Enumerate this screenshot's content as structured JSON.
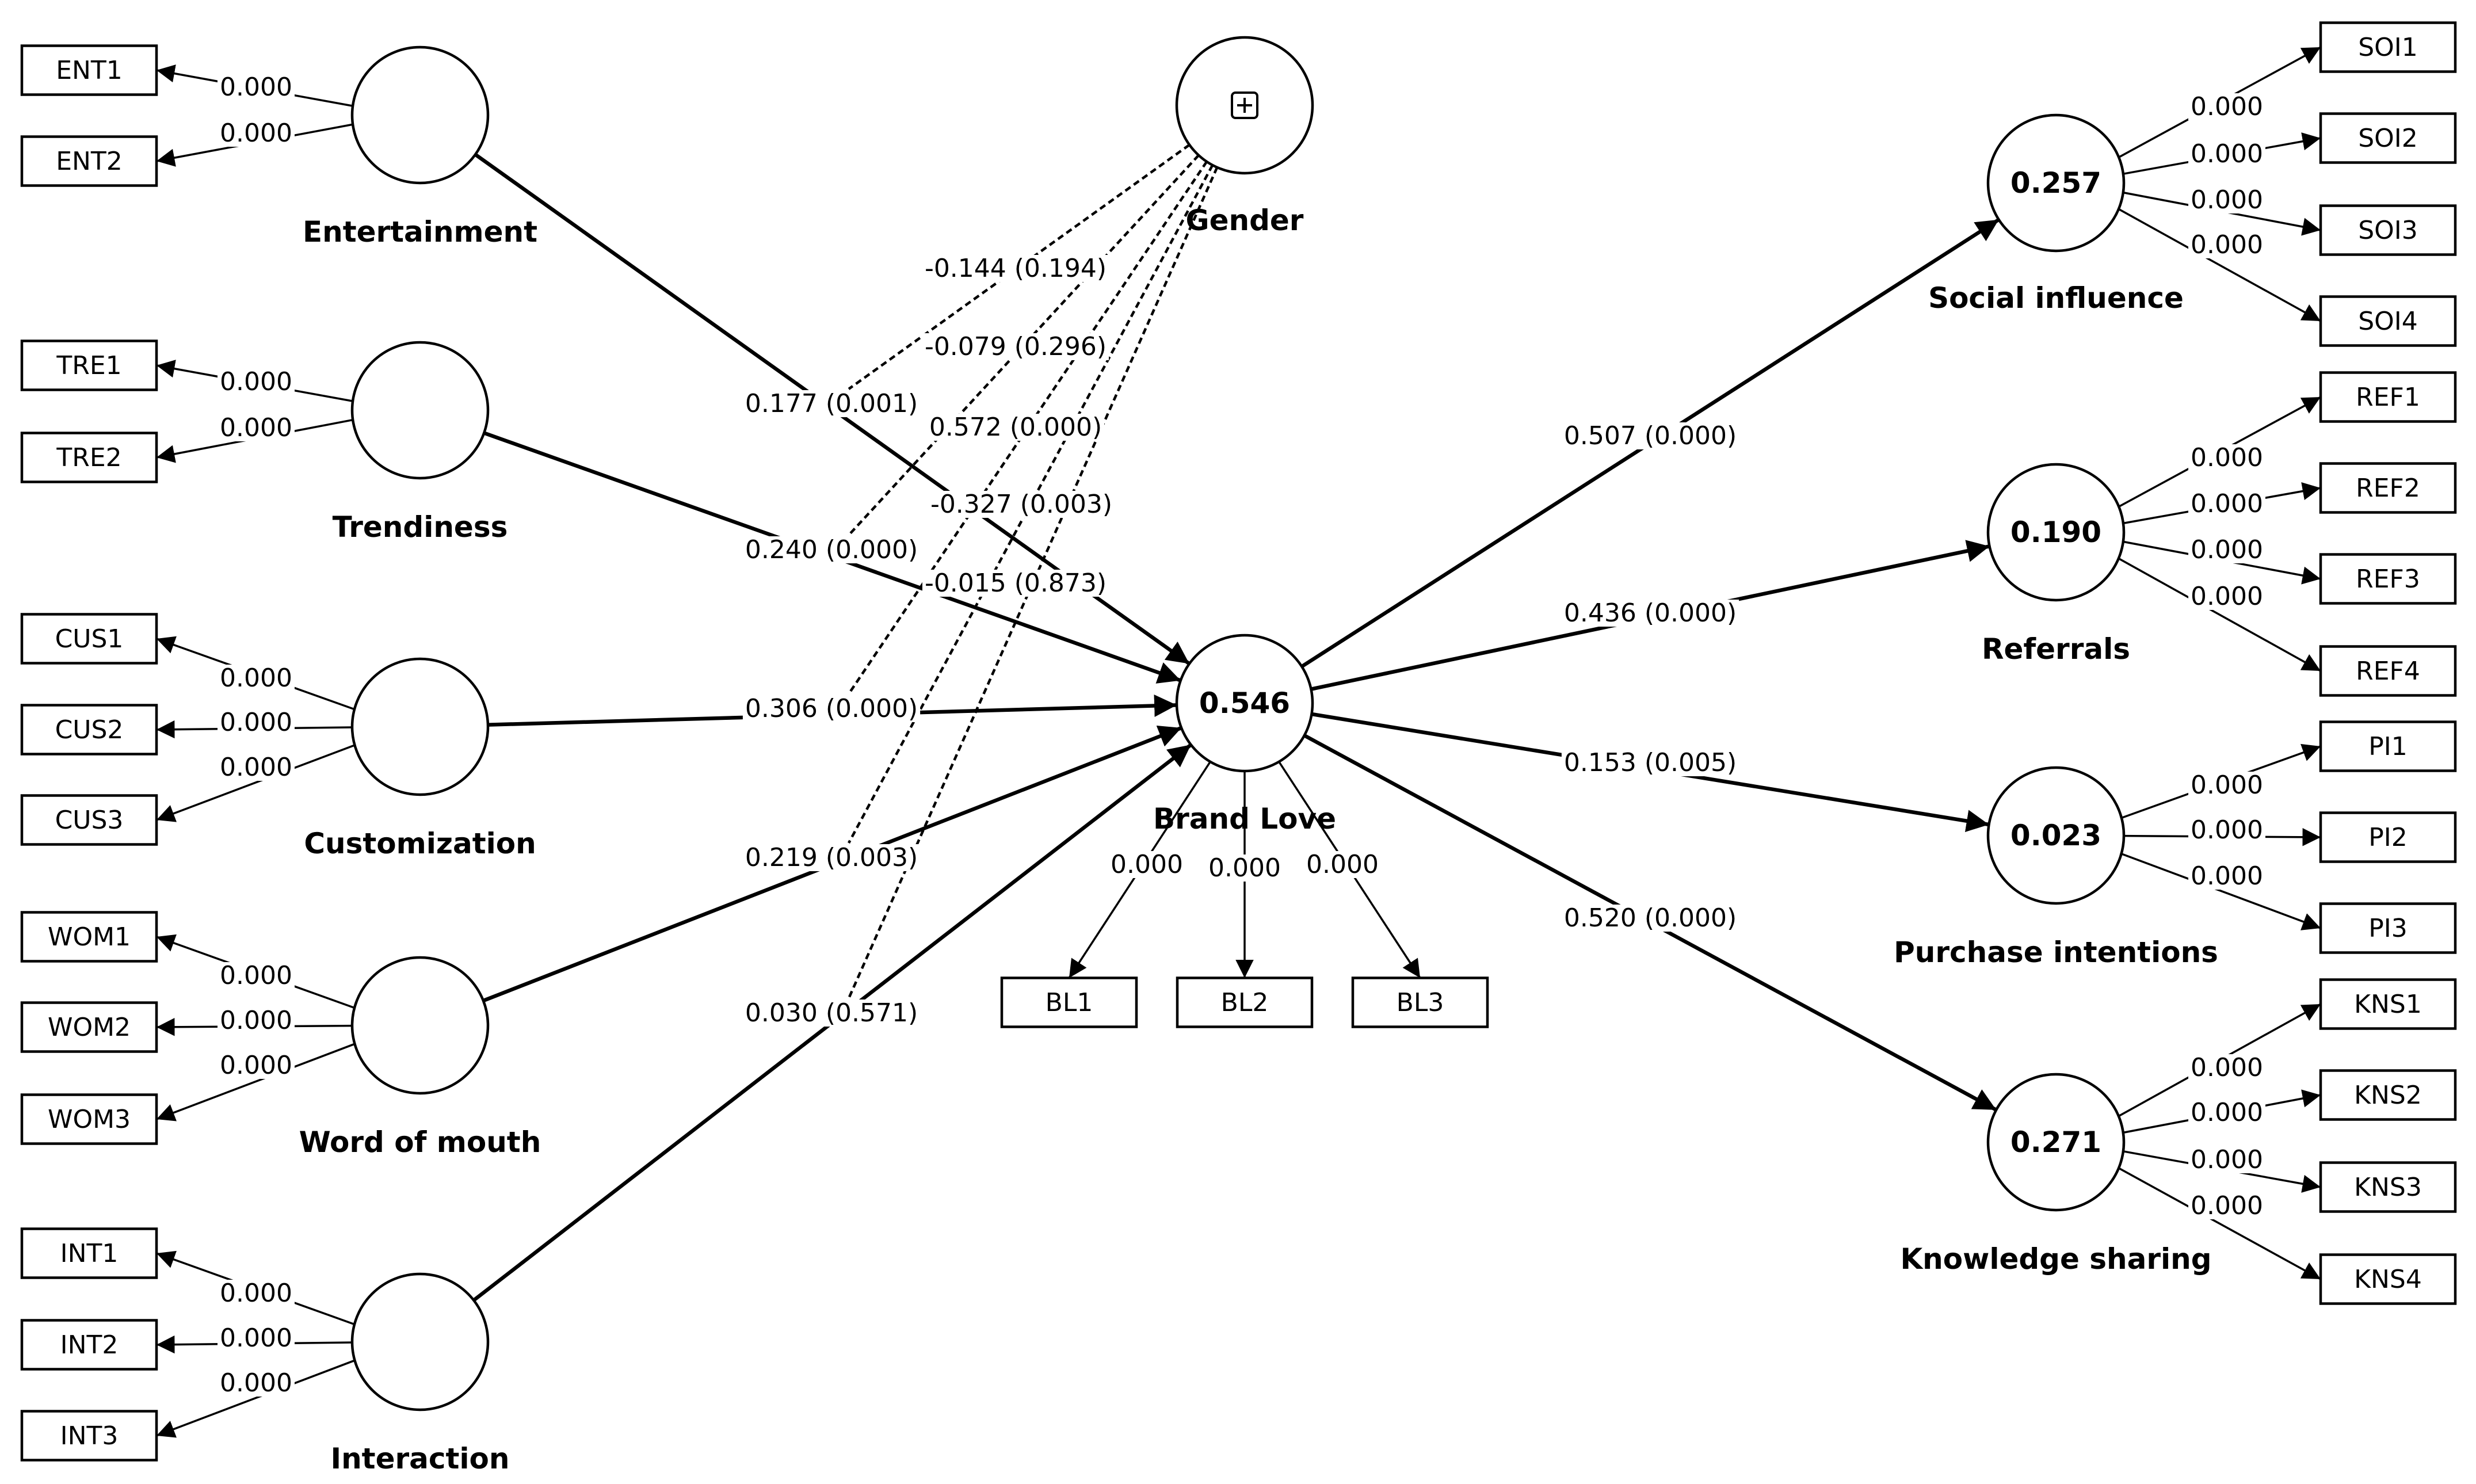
{
  "constructs": [
    {
      "id": "entertainment",
      "name": "Entertainment",
      "r2": ""
    },
    {
      "id": "trendiness",
      "name": "Trendiness",
      "r2": ""
    },
    {
      "id": "customization",
      "name": "Customization",
      "r2": ""
    },
    {
      "id": "word_of_mouth",
      "name": "Word of mouth",
      "r2": ""
    },
    {
      "id": "interaction",
      "name": "Interaction",
      "r2": ""
    },
    {
      "id": "gender",
      "name": "Gender",
      "r2": ""
    },
    {
      "id": "brand_love",
      "name": "Brand Love",
      "r2": "0.546"
    },
    {
      "id": "social_influence",
      "name": "Social influence",
      "r2": "0.257"
    },
    {
      "id": "referrals",
      "name": "Referrals",
      "r2": "0.190"
    },
    {
      "id": "purchase_intentions",
      "name": "Purchase intentions",
      "r2": "0.023"
    },
    {
      "id": "knowledge_sharing",
      "name": "Knowledge sharing",
      "r2": "0.271"
    }
  ],
  "indicators": [
    {
      "label": "ENT1",
      "construct": "entertainment",
      "loading": "0.000"
    },
    {
      "label": "ENT2",
      "construct": "entertainment",
      "loading": "0.000"
    },
    {
      "label": "TRE1",
      "construct": "trendiness",
      "loading": "0.000"
    },
    {
      "label": "TRE2",
      "construct": "trendiness",
      "loading": "0.000"
    },
    {
      "label": "CUS1",
      "construct": "customization",
      "loading": "0.000"
    },
    {
      "label": "CUS2",
      "construct": "customization",
      "loading": "0.000"
    },
    {
      "label": "CUS3",
      "construct": "customization",
      "loading": "0.000"
    },
    {
      "label": "WOM1",
      "construct": "word_of_mouth",
      "loading": "0.000"
    },
    {
      "label": "WOM2",
      "construct": "word_of_mouth",
      "loading": "0.000"
    },
    {
      "label": "WOM3",
      "construct": "word_of_mouth",
      "loading": "0.000"
    },
    {
      "label": "INT1",
      "construct": "interaction",
      "loading": "0.000"
    },
    {
      "label": "INT2",
      "construct": "interaction",
      "loading": "0.000"
    },
    {
      "label": "INT3",
      "construct": "interaction",
      "loading": "0.000"
    },
    {
      "label": "BL1",
      "construct": "brand_love",
      "loading": "0.000"
    },
    {
      "label": "BL2",
      "construct": "brand_love",
      "loading": "0.000"
    },
    {
      "label": "BL3",
      "construct": "brand_love",
      "loading": "0.000"
    },
    {
      "label": "SOI1",
      "construct": "social_influence",
      "loading": "0.000"
    },
    {
      "label": "SOI2",
      "construct": "social_influence",
      "loading": "0.000"
    },
    {
      "label": "SOI3",
      "construct": "social_influence",
      "loading": "0.000"
    },
    {
      "label": "SOI4",
      "construct": "social_influence",
      "loading": "0.000"
    },
    {
      "label": "REF1",
      "construct": "referrals",
      "loading": "0.000"
    },
    {
      "label": "REF2",
      "construct": "referrals",
      "loading": "0.000"
    },
    {
      "label": "REF3",
      "construct": "referrals",
      "loading": "0.000"
    },
    {
      "label": "REF4",
      "construct": "referrals",
      "loading": "0.000"
    },
    {
      "label": "PI1",
      "construct": "purchase_intentions",
      "loading": "0.000"
    },
    {
      "label": "PI2",
      "construct": "purchase_intentions",
      "loading": "0.000"
    },
    {
      "label": "PI3",
      "construct": "purchase_intentions",
      "loading": "0.000"
    },
    {
      "label": "KNS1",
      "construct": "knowledge_sharing",
      "loading": "0.000"
    },
    {
      "label": "KNS2",
      "construct": "knowledge_sharing",
      "loading": "0.000"
    },
    {
      "label": "KNS3",
      "construct": "knowledge_sharing",
      "loading": "0.000"
    },
    {
      "label": "KNS4",
      "construct": "knowledge_sharing",
      "loading": "0.000"
    }
  ],
  "paths": [
    {
      "from": "entertainment",
      "to": "brand_love",
      "label": "0.177 (0.001)"
    },
    {
      "from": "trendiness",
      "to": "brand_love",
      "label": "0.240 (0.000)"
    },
    {
      "from": "customization",
      "to": "brand_love",
      "label": "0.306 (0.000)"
    },
    {
      "from": "word_of_mouth",
      "to": "brand_love",
      "label": "0.219 (0.003)"
    },
    {
      "from": "interaction",
      "to": "brand_love",
      "label": "0.030 (0.571)"
    },
    {
      "from": "brand_love",
      "to": "social_influence",
      "label": "0.507 (0.000)"
    },
    {
      "from": "brand_love",
      "to": "referrals",
      "label": "0.436 (0.000)"
    },
    {
      "from": "brand_love",
      "to": "purchase_intentions",
      "label": "0.153 (0.005)"
    },
    {
      "from": "brand_love",
      "to": "knowledge_sharing",
      "label": "0.520 (0.000)"
    }
  ],
  "moderation": [
    {
      "moderator": "gender",
      "on_path": "entertainment",
      "label": "-0.144 (0.194)"
    },
    {
      "moderator": "gender",
      "on_path": "trendiness",
      "label": "-0.079 (0.296)"
    },
    {
      "moderator": "gender",
      "on_path": "customization",
      "label": "0.572 (0.000)"
    },
    {
      "moderator": "gender",
      "on_path": "word_of_mouth",
      "label": "-0.327 (0.003)"
    },
    {
      "moderator": "gender",
      "on_path": "interaction",
      "label": "-0.015 (0.873)"
    }
  ],
  "icons": {
    "gender": "plus-square-icon"
  }
}
